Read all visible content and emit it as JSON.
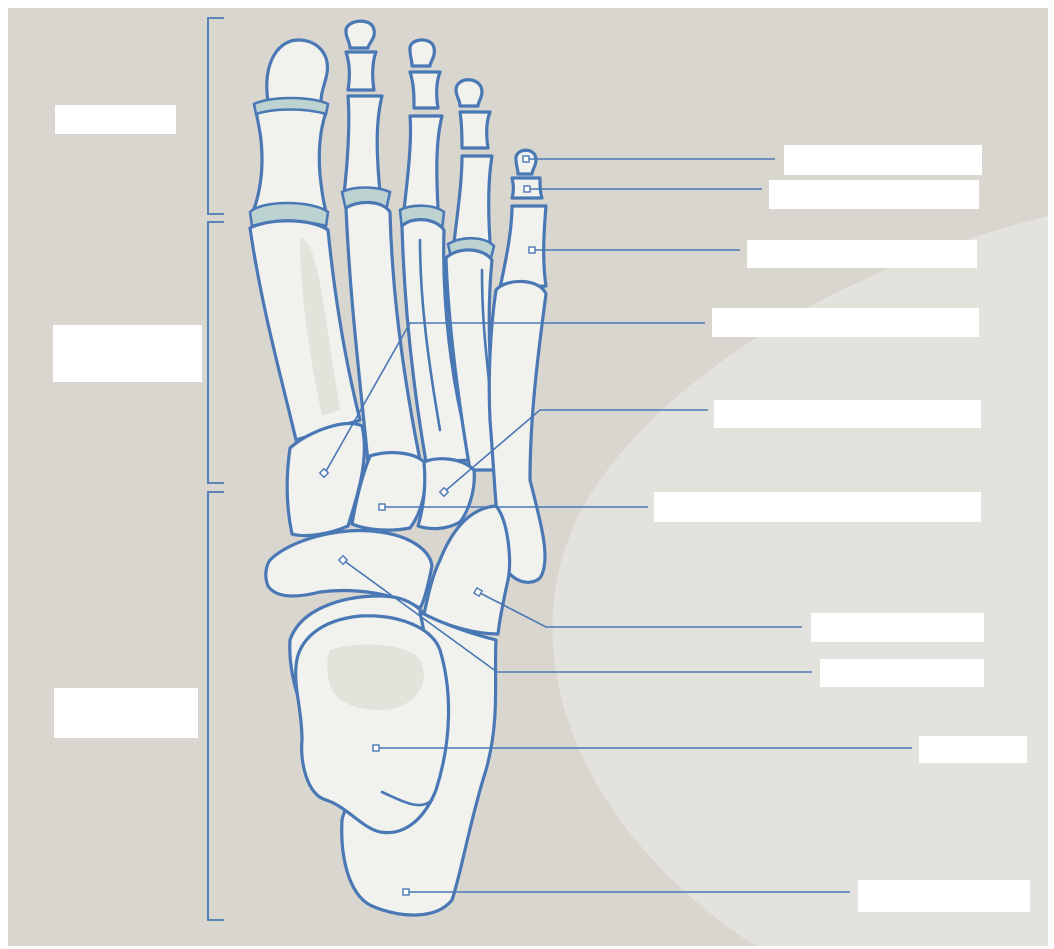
{
  "diagram": {
    "colors": {
      "background": "#d9d6cf",
      "bone_fill": "#f1f1ee",
      "bone_outline": "#4a78b5",
      "cartilage": "#bcd3d1",
      "label_box": "#ffffff"
    },
    "group_labels": [
      {
        "id": "phalanges-group",
        "text": ""
      },
      {
        "id": "metatarsals-group",
        "text": ""
      },
      {
        "id": "tarsals-group",
        "text": ""
      }
    ],
    "callout_labels": [
      {
        "id": "distal-phalanx",
        "text": ""
      },
      {
        "id": "middle-phalanx",
        "text": ""
      },
      {
        "id": "proximal-phalanx",
        "text": ""
      },
      {
        "id": "medial-cuneiform",
        "text": ""
      },
      {
        "id": "lateral-cuneiform",
        "text": ""
      },
      {
        "id": "intermediate-cuneiform",
        "text": ""
      },
      {
        "id": "cuboid",
        "text": ""
      },
      {
        "id": "navicular",
        "text": ""
      },
      {
        "id": "talus",
        "text": ""
      },
      {
        "id": "calcaneus",
        "text": ""
      }
    ]
  }
}
